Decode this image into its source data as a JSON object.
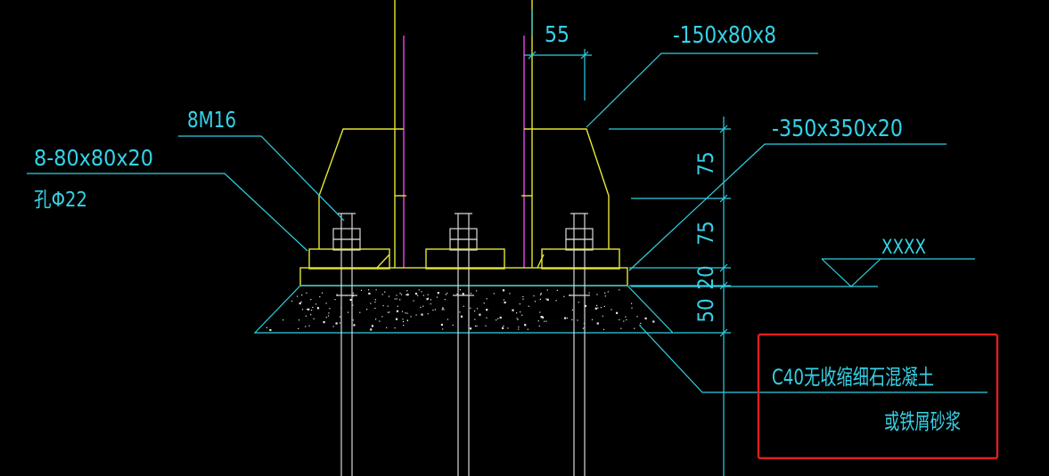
{
  "labels": {
    "dim_55": "55",
    "plate_rib": "-150x80x8",
    "bolts": "8M16",
    "washer": "8-80x80x20",
    "hole": "孔Φ22",
    "base_plate": "-350x350x20",
    "elev_mark": "XXXX",
    "dim_75_top": "75",
    "dim_75_mid": "75",
    "dim_20": "20",
    "dim_50": "50",
    "grout_line1": "C40无收缩细石混凝土",
    "grout_line2": "或铁屑砂浆"
  },
  "colors": {
    "background": "#000000",
    "text": "#35d2e6",
    "dimension": "#2fd0e2",
    "steel": "#e6e635",
    "column_web": "#d23ad2",
    "bolt": "#d8d8d8",
    "highlight_box": "#e01e1e"
  }
}
